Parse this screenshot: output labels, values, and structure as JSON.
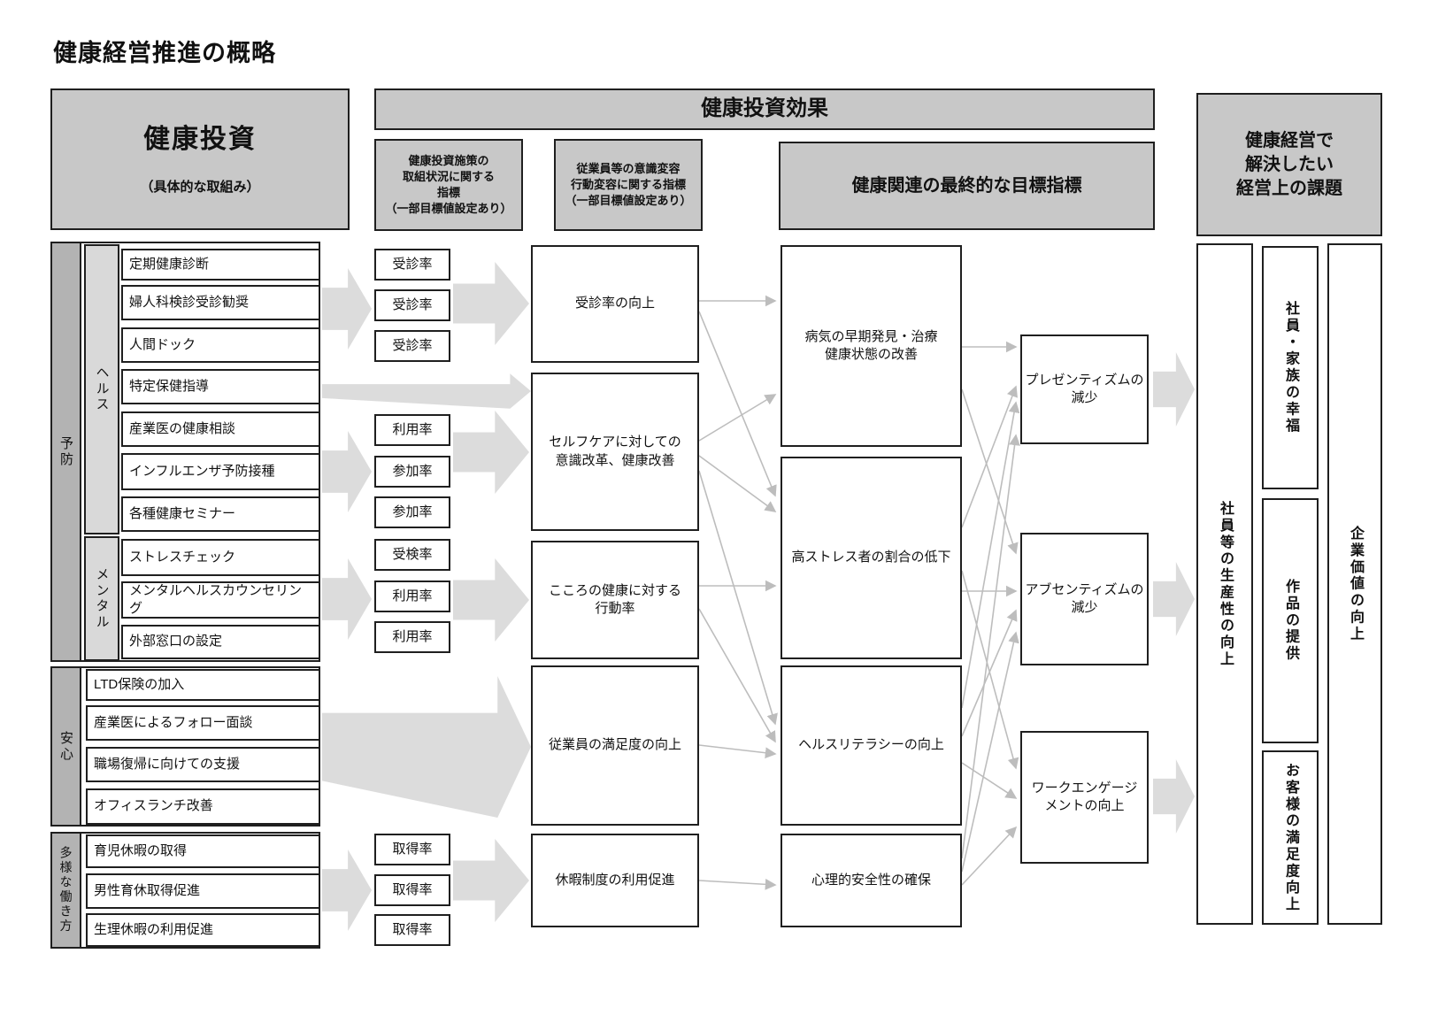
{
  "title": "健康経営推進の概略",
  "headers": {
    "investment": {
      "main": "健康投資",
      "sub": "（具体的な取組み）"
    },
    "effect": "健康投資効果",
    "process_indicator": "健康投資施策の\n取組状況に関する\n指標\n（一部目標値設定あり）",
    "behavior_indicator": "従業員等の意識変容\n行動変容に関する指標\n（一部目標値設定あり）",
    "final_goal": "健康関連の最終的な目標指標",
    "management_issues": "健康経営で\n解決したい\n経営上の課題"
  },
  "groups": [
    {
      "id": "yobou",
      "label": "予防",
      "subgroups": [
        {
          "id": "health",
          "label": "ヘルス"
        },
        {
          "id": "mental",
          "label": "メンタル"
        }
      ]
    },
    {
      "id": "anshin",
      "label": "安心"
    },
    {
      "id": "tayou",
      "label": "多様な働き方"
    }
  ],
  "initiatives": [
    {
      "id": "i1",
      "label": "定期健康診断"
    },
    {
      "id": "i2",
      "label": "婦人科検診受診勧奨"
    },
    {
      "id": "i3",
      "label": "人間ドック"
    },
    {
      "id": "i4",
      "label": "特定保健指導"
    },
    {
      "id": "i5",
      "label": "産業医の健康相談"
    },
    {
      "id": "i6",
      "label": "インフルエンザ予防接種"
    },
    {
      "id": "i7",
      "label": "各種健康セミナー"
    },
    {
      "id": "i8",
      "label": "ストレスチェック"
    },
    {
      "id": "i9",
      "label": "メンタルヘルスカウンセリング"
    },
    {
      "id": "i10",
      "label": "外部窓口の設定"
    },
    {
      "id": "i11",
      "label": "LTD保険の加入"
    },
    {
      "id": "i12",
      "label": "産業医によるフォロー面談"
    },
    {
      "id": "i13",
      "label": "職場復帰に向けての支援"
    },
    {
      "id": "i14",
      "label": "オフィスランチ改善"
    },
    {
      "id": "i15",
      "label": "育児休暇の取得"
    },
    {
      "id": "i16",
      "label": "男性育休取得促進"
    },
    {
      "id": "i17",
      "label": "生理休暇の利用促進"
    }
  ],
  "rates": [
    {
      "label": "受診率"
    },
    {
      "label": "受診率"
    },
    {
      "label": "受診率"
    },
    {
      "label": "利用率"
    },
    {
      "label": "参加率"
    },
    {
      "label": "参加率"
    },
    {
      "label": "受検率"
    },
    {
      "label": "利用率"
    },
    {
      "label": "利用率"
    },
    {
      "label": "取得率"
    },
    {
      "label": "取得率"
    },
    {
      "label": "取得率"
    }
  ],
  "behavior_outcomes": [
    {
      "id": "c2-1",
      "label": "受診率の向上"
    },
    {
      "id": "c2-2",
      "label": "セルフケアに対しての\n意識改革、健康改善"
    },
    {
      "id": "c2-3",
      "label": "こころの健康に対する\n行動率"
    },
    {
      "id": "c2-4",
      "label": "従業員の満足度の向上"
    },
    {
      "id": "c2-5",
      "label": "休暇制度の利用促進"
    }
  ],
  "goal_indicators": [
    {
      "id": "c3-1",
      "label": "病気の早期発見・治療\n健康状態の改善"
    },
    {
      "id": "c3-2",
      "label": "高ストレス者の割合の低下"
    },
    {
      "id": "c3-3",
      "label": "ヘルスリテラシーの向上"
    },
    {
      "id": "c3-4",
      "label": "心理的安全性の確保"
    }
  ],
  "final_outcomes": [
    {
      "id": "c4-1",
      "label": "プレゼンティズムの\n減少"
    },
    {
      "id": "c4-2",
      "label": "アブセンティズムの\n減少"
    },
    {
      "id": "c4-3",
      "label": "ワークエンゲージ\nメントの向上"
    }
  ],
  "management_outcomes": {
    "productivity": "社員等の生産性の向上",
    "stakeholder": [
      "社員・家族の幸福",
      "作品の提供",
      "お客様の満足度向上"
    ],
    "corporate": "企業価値の向上"
  },
  "edges": [
    {
      "from": "c2-1",
      "to": "c3-1"
    },
    {
      "from": "c2-1",
      "to": "c3-2"
    },
    {
      "from": "c2-2",
      "to": "c3-1"
    },
    {
      "from": "c2-2",
      "to": "c3-2"
    },
    {
      "from": "c2-2",
      "to": "c3-3"
    },
    {
      "from": "c2-3",
      "to": "c3-2"
    },
    {
      "from": "c2-3",
      "to": "c3-3"
    },
    {
      "from": "c2-4",
      "to": "c3-3"
    },
    {
      "from": "c2-5",
      "to": "c3-4"
    },
    {
      "from": "c3-1",
      "to": "c4-1"
    },
    {
      "from": "c3-1",
      "to": "c4-2"
    },
    {
      "from": "c3-2",
      "to": "c4-1"
    },
    {
      "from": "c3-2",
      "to": "c4-2"
    },
    {
      "from": "c3-2",
      "to": "c4-3"
    },
    {
      "from": "c3-3",
      "to": "c4-1"
    },
    {
      "from": "c3-3",
      "to": "c4-2"
    },
    {
      "from": "c3-3",
      "to": "c4-3"
    },
    {
      "from": "c3-4",
      "to": "c4-1"
    },
    {
      "from": "c3-4",
      "to": "c4-2"
    },
    {
      "from": "c3-4",
      "to": "c4-3"
    }
  ]
}
